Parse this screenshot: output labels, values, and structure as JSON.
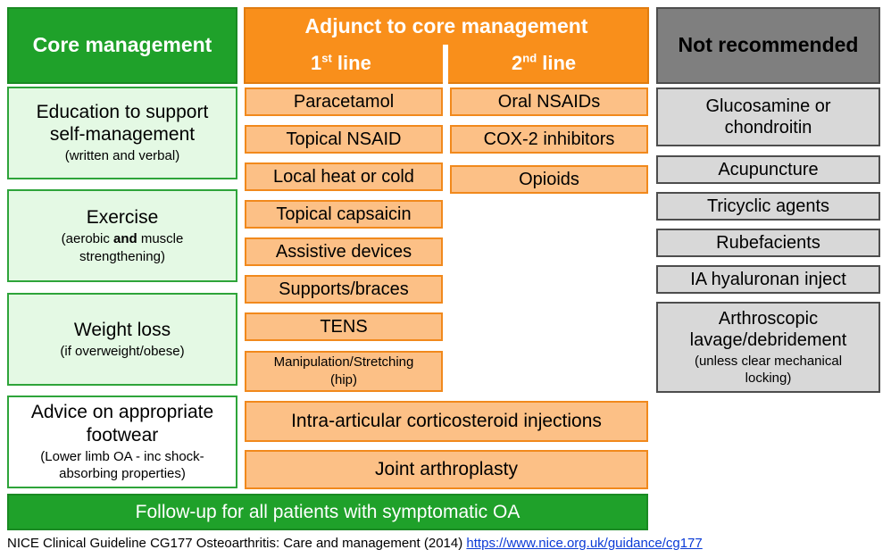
{
  "core": {
    "header": "Core management",
    "items": [
      {
        "title": "Education to support self-management",
        "sub": "(written and verbal)"
      },
      {
        "title": "Exercise",
        "sub_pre": "(aerobic ",
        "sub_bold": "and",
        "sub_post": " muscle strengthening)"
      },
      {
        "title": "Weight loss",
        "sub": "(if overweight/obese)"
      },
      {
        "title": "Advice on appropriate footwear",
        "sub": "(Lower limb OA -  inc shock-absorbing properties)"
      }
    ]
  },
  "adjunct": {
    "header": "Adjunct to core management",
    "first_line_num": "1",
    "first_line_sup": "st",
    "first_line_word": " line",
    "second_line_num": "2",
    "second_line_sup": "nd",
    "second_line_word": " line",
    "first_line_items": [
      "Paracetamol",
      "Topical NSAID",
      "Local heat or cold",
      "Topical capsaicin",
      "Assistive devices",
      "Supports/braces",
      "TENS",
      "Manipulation/Stretching (hip)"
    ],
    "second_line_items": [
      "Oral NSAIDs",
      "COX-2 inhibitors",
      "Opioids"
    ],
    "wide_items": [
      "Intra-articular corticosteroid injections",
      "Joint arthroplasty"
    ]
  },
  "not_recommended": {
    "header": "Not recommended",
    "items": [
      {
        "title": "Glucosamine or chondroitin"
      },
      {
        "title": "Acupuncture"
      },
      {
        "title": "Tricyclic agents"
      },
      {
        "title": "Rubefacients"
      },
      {
        "title": "IA hyaluronan inject"
      },
      {
        "title": "Arthroscopic lavage/debridement",
        "sub": "(unless clear mechanical locking)"
      }
    ]
  },
  "footer": "Follow-up for all patients with symptomatic OA",
  "citation": {
    "text": "NICE Clinical Guideline CG177 Osteoarthritis: Care and management (2014) ",
    "link": "https://www.nice.org.uk/guidance/cg177"
  },
  "colors": {
    "core_green": "#1fa12a",
    "core_light": "#e4f9e4",
    "adjunct_orange": "#f98f1b",
    "adjunct_light": "#fcc086",
    "not_grey": "#7f7f7f",
    "not_light": "#d8d8d8"
  }
}
